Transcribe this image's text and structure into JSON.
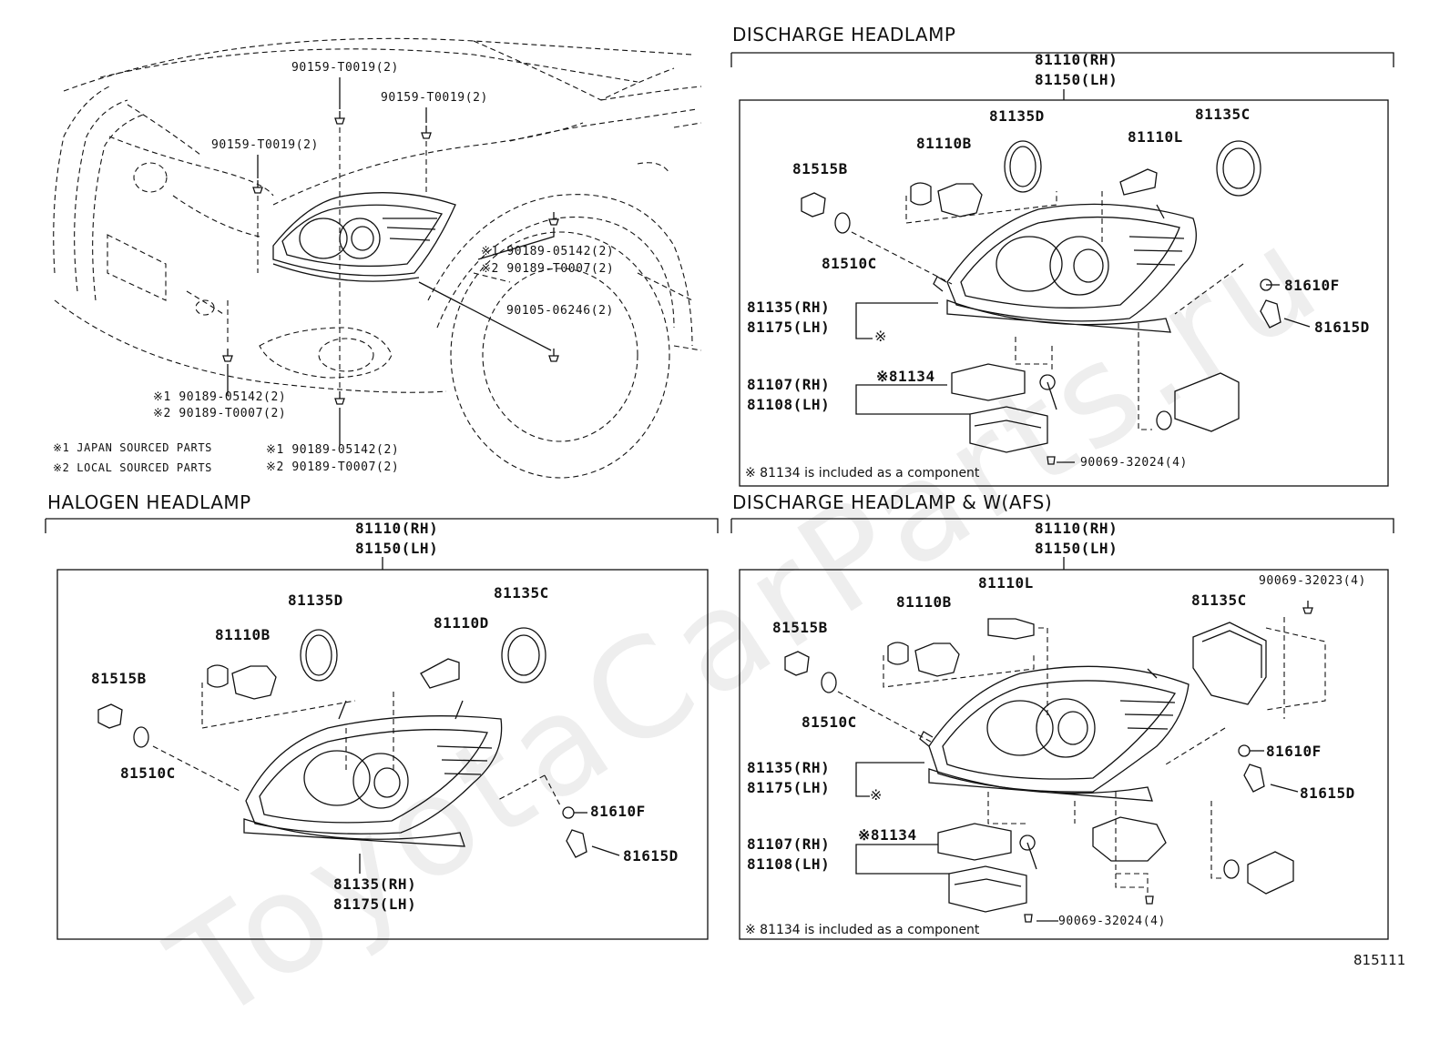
{
  "watermark": "ToyotaCarParts.ru",
  "figure_id": "815111",
  "notes": {
    "japan": "※1 JAPAN SOURCED PARTS",
    "local": "※2 LOCAL SOURCED PARTS"
  },
  "car_section": {
    "bolt_1": "90159-T0019(2)",
    "bolt_2": "90159-T0019(2)",
    "bolt_3": "90159-T0019(2)",
    "clip_right_1": "※1 90189-05142(2)",
    "clip_right_2": "※2 90189-T0007(2)",
    "screw": "90105-06246(2)",
    "clip_left_1": "※1 90189-05142(2)",
    "clip_left_2": "※2 90189-T0007(2)",
    "clip_bottom_1": "※1 90189-05142(2)",
    "clip_bottom_2": "※2 90189-T0007(2)"
  },
  "discharge": {
    "title": "DISCHARGE HEADLAMP",
    "assy_rh": "81110(RH)",
    "assy_lh": "81150(LH)",
    "p81135d": "81135D",
    "p81135c": "81135C",
    "p81110b": "81110B",
    "p81110l": "81110L",
    "p81515b": "81515B",
    "p81510c": "81510C",
    "p81610f": "81610F",
    "p81615d": "81615D",
    "housing_rh": "81135(RH)",
    "housing_lh": "81175(LH)",
    "mark": "※",
    "ballast_rh": "81107(RH)",
    "ballast_lh": "81108(LH)",
    "p81134": "※81134",
    "screw": "90069-32024(4)",
    "footnote": "※ 81134 is included as a component"
  },
  "halogen": {
    "title": "HALOGEN HEADLAMP",
    "assy_rh": "81110(RH)",
    "assy_lh": "81150(LH)",
    "p81135d": "81135D",
    "p81135c": "81135C",
    "p81110b": "81110B",
    "p81110d": "81110D",
    "p81515b": "81515B",
    "p81510c": "81510C",
    "p81610f": "81610F",
    "p81615d": "81615D",
    "housing_rh": "81135(RH)",
    "housing_lh": "81175(LH)"
  },
  "afs": {
    "title": "DISCHARGE HEADLAMP & W(AFS)",
    "assy_rh": "81110(RH)",
    "assy_lh": "81150(LH)",
    "p81110l": "81110L",
    "p90069_32023": "90069-32023(4)",
    "p81110b": "81110B",
    "p81135c": "81135C",
    "p81515b": "81515B",
    "p81510c": "81510C",
    "p81610f": "81610F",
    "p81615d": "81615D",
    "housing_rh": "81135(RH)",
    "housing_lh": "81175(LH)",
    "mark": "※",
    "ballast_rh": "81107(RH)",
    "ballast_lh": "81108(LH)",
    "p81134": "※81134",
    "screw": "90069-32024(4)",
    "footnote": "※ 81134 is included as a component"
  }
}
